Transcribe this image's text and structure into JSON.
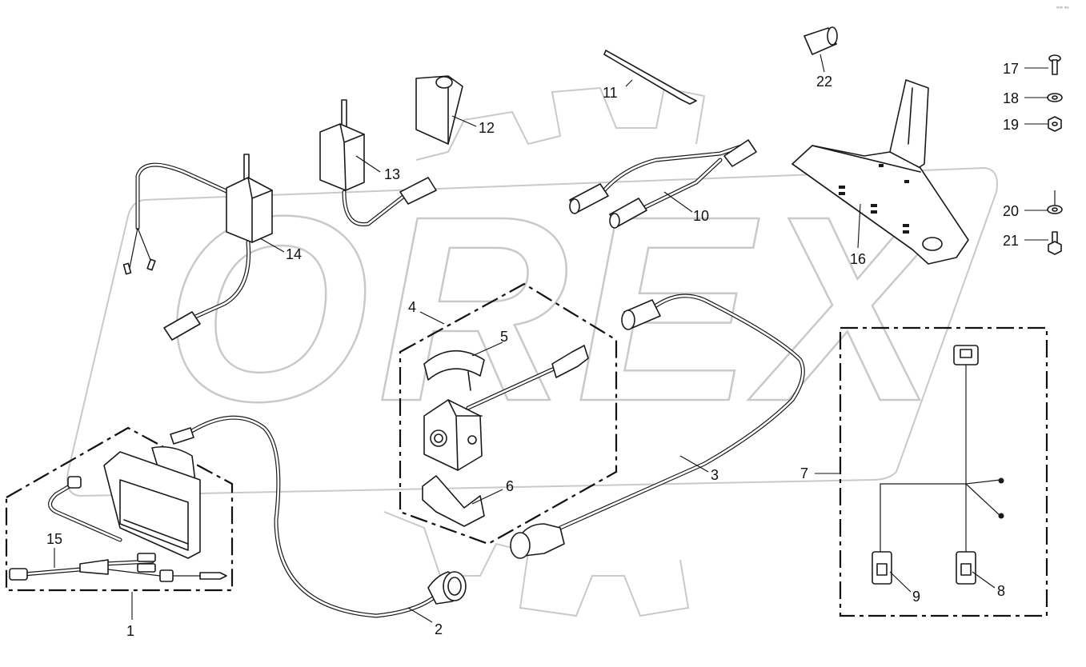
{
  "brand_mark": "ᵒʳᵉˣ ʳᵉᵃ",
  "watermark": "OREX",
  "callouts": [
    "1",
    "2",
    "3",
    "4",
    "5",
    "6",
    "7",
    "8",
    "9",
    "10",
    "11",
    "12",
    "13",
    "14",
    "15",
    "16",
    "17",
    "18",
    "19",
    "20",
    "21",
    "22"
  ]
}
